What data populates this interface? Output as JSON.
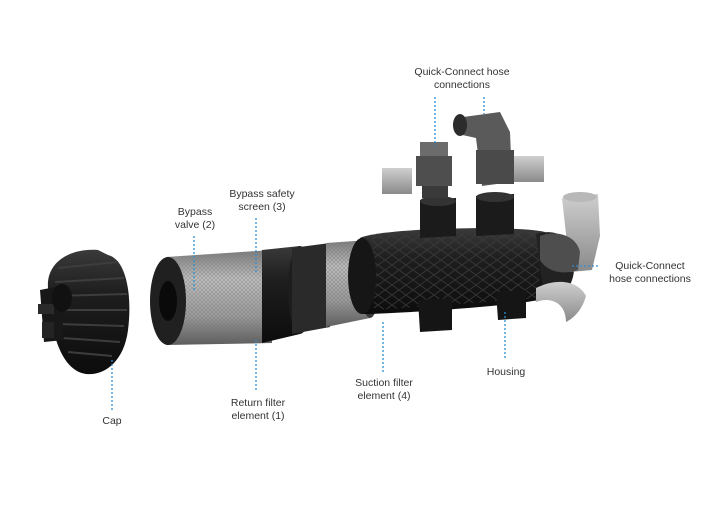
{
  "labels": {
    "cap": "Cap",
    "bypass_valve": "Bypass\nvalve (2)",
    "bypass_screen": "Bypass safety\nscreen (3)",
    "return_filter": "Return filter\nelement (1)",
    "suction_filter": "Suction filter\nelement (4)",
    "housing": "Housing",
    "quick_connect_top": "Quick-Connect hose\nconnections",
    "quick_connect_right": "Quick-Connect\nhose connections"
  },
  "colors": {
    "leader": "#2a8fd6",
    "text": "#333333",
    "part_dark": "#1c1c1c",
    "part_grey": "#9a9a9a"
  }
}
